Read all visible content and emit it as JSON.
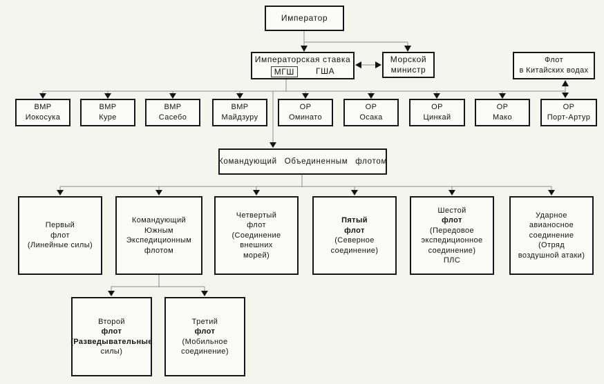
{
  "nodes": {
    "emperor": {
      "label": "Император"
    },
    "hq": {
      "title": "Императорская ставка",
      "mgsh": "МГШ",
      "gsha": "ГША"
    },
    "minister": {
      "l1": "Морской",
      "l2": "министр"
    },
    "china_fleet": {
      "l1": "Флот",
      "l2": "в Китайских водах"
    },
    "bases": [
      {
        "type": "ВМР",
        "name": "Иокосука"
      },
      {
        "type": "ВМР",
        "name": "Куре"
      },
      {
        "type": "ВМР",
        "name": "Сасебо"
      },
      {
        "type": "ВМР",
        "name": "Майдзуру"
      },
      {
        "type": "ОР",
        "name": "Оминато"
      },
      {
        "type": "ОР",
        "name": "Осака"
      },
      {
        "type": "ОР",
        "name": "Цинкай"
      },
      {
        "type": "ОР",
        "name": "Мако"
      },
      {
        "type": "ОР",
        "name": "Порт-Артур"
      }
    ],
    "combined": {
      "label": "Командующий Объединенным флотом"
    },
    "fleets": [
      {
        "l": [
          "Первый",
          "флот",
          "(Линейные силы)"
        ]
      },
      {
        "l": [
          "Командующий",
          "Южным",
          "Экспедиционным",
          "флотом"
        ]
      },
      {
        "l": [
          "Четвертый",
          "флот",
          "(Соединение",
          "внешних",
          "морей)"
        ]
      },
      {
        "l": [
          "Пятый",
          "флот",
          "(Северное",
          "соединение)"
        ]
      },
      {
        "l": [
          "Шестой",
          "флот",
          "(Передовое",
          "экспедиционное",
          "соединение)",
          "ПЛС"
        ]
      },
      {
        "l": [
          "Ударное",
          "авианосное",
          "соединение",
          "(Отряд",
          "воздушной атаки)"
        ]
      }
    ],
    "subfleets": [
      {
        "l": [
          "Второй",
          "флот",
          "(Разведывательные",
          "силы)"
        ]
      },
      {
        "l": [
          "Третий",
          "флот",
          "(Мобильное",
          "соединение)"
        ]
      }
    ]
  }
}
